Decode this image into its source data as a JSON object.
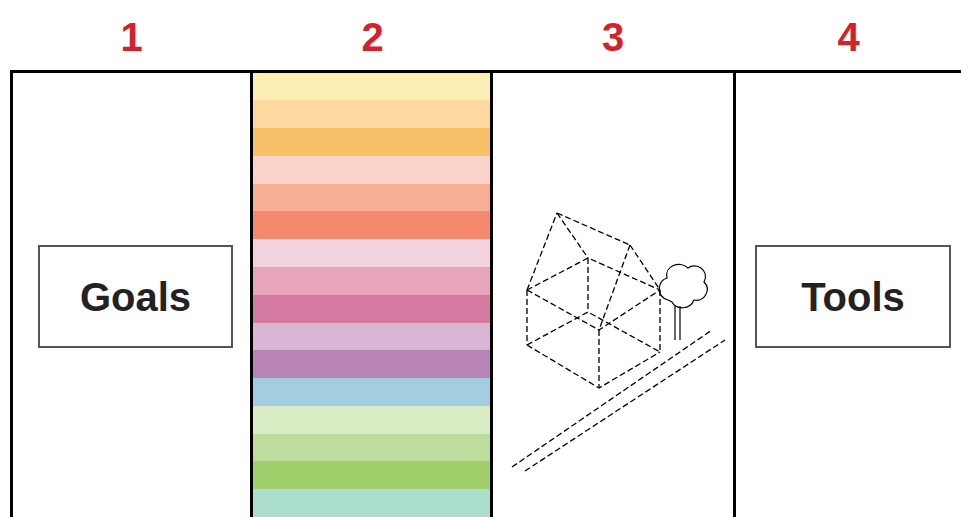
{
  "diagram": {
    "nodes": [
      {
        "text": [
          "1"
        ]
      },
      {
        "text": [
          "Goals"
        ],
        "in": 0
      },
      {
        "text": [
          "2"
        ]
      },
      {
        "text": [
          "3"
        ]
      },
      {
        "text": [
          "4"
        ]
      },
      {
        "text": [
          "Tools"
        ],
        "in": 4
      }
    ]
  }
}
